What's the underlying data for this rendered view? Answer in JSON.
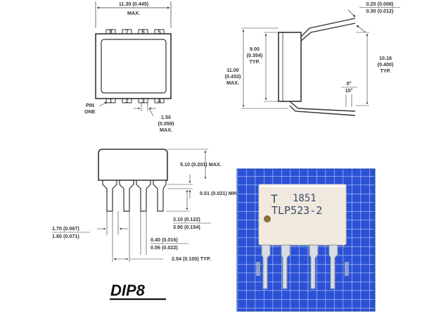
{
  "top_view": {
    "width_mm": "11.30 (0.445)",
    "width_note": "MAX.",
    "pin_top": [
      "8",
      "7",
      "6",
      "5"
    ],
    "pin_bottom": [
      "1",
      "2",
      "3",
      "4"
    ],
    "pin_one_line1": "PIN",
    "pin_one_line2": "ONE",
    "pitch_line1": "1.50",
    "pitch_line2": "(0.059)",
    "pitch_line3": "MAX."
  },
  "side_view": {
    "lead_thk_1": "0.20 (0.008)",
    "lead_thk_2": "0.30 (0.012)",
    "body_w_1": "9.00",
    "body_w_2": "(0.354)",
    "body_w_3": "TYP.",
    "pkg_h_1": "11.00",
    "pkg_h_2": "(0.433)",
    "pkg_h_3": "MAX.",
    "span_1": "10.16",
    "span_2": "(0.400)",
    "span_3": "TYP.",
    "angle_1": "0°",
    "angle_2": "15°"
  },
  "front_view": {
    "height": "5.10 (0.201) MAX.",
    "standoff": "0.51 (0.021) MIN.",
    "lead_len_1": "3.10 (0.122)",
    "lead_len_2": "3.90 (0.154)",
    "shoulder_1": "1.70 (0.067)",
    "shoulder_2": "1.80 (0.071)",
    "lead_w_1": "0.40 (0.016)",
    "lead_w_2": "0.56 (0.022)",
    "pitch": "2.54 (0.100) TYP."
  },
  "photo": {
    "logo": "T",
    "date_code": "1851",
    "part_number": "TLP523-2"
  },
  "package_label": "DIP8",
  "colors": {
    "line": "#333333",
    "photo_bg": "#2a4fd8",
    "chip": "#efe9de"
  }
}
